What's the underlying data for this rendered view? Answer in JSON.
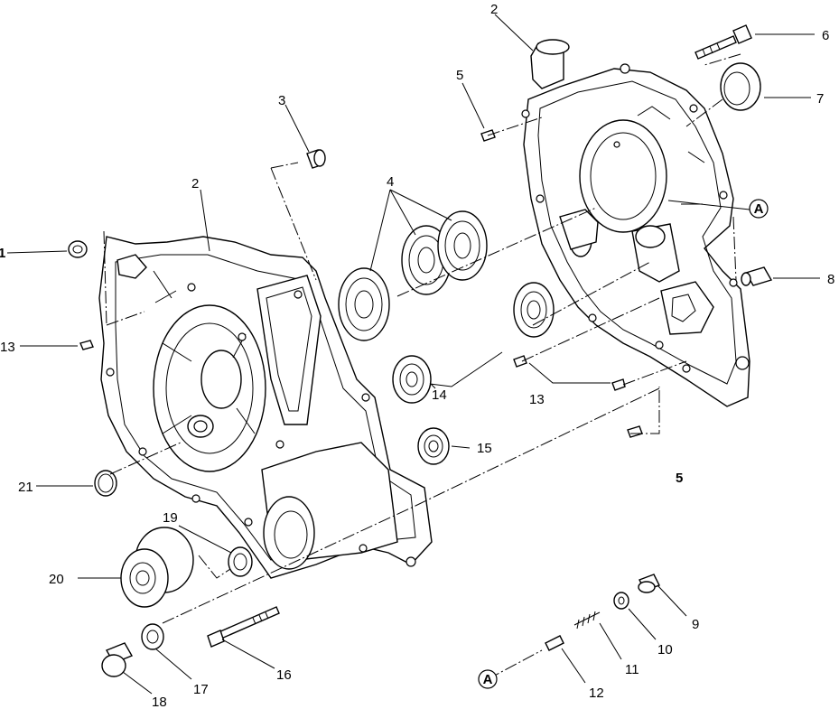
{
  "diagram": {
    "callouts": [
      {
        "id": "1",
        "text": "1"
      },
      {
        "id": "2a",
        "text": "2"
      },
      {
        "id": "2b",
        "text": "2"
      },
      {
        "id": "3",
        "text": "3"
      },
      {
        "id": "4",
        "text": "4"
      },
      {
        "id": "5a",
        "text": "5"
      },
      {
        "id": "5b",
        "text": "5"
      },
      {
        "id": "6",
        "text": "6"
      },
      {
        "id": "7",
        "text": "7"
      },
      {
        "id": "8",
        "text": "8"
      },
      {
        "id": "9",
        "text": "9"
      },
      {
        "id": "10",
        "text": "10"
      },
      {
        "id": "11",
        "text": "11"
      },
      {
        "id": "12",
        "text": "12"
      },
      {
        "id": "13a",
        "text": "13"
      },
      {
        "id": "13b",
        "text": "13"
      },
      {
        "id": "14",
        "text": "14"
      },
      {
        "id": "15",
        "text": "15"
      },
      {
        "id": "16",
        "text": "16"
      },
      {
        "id": "17",
        "text": "17"
      },
      {
        "id": "18",
        "text": "18"
      },
      {
        "id": "19",
        "text": "19"
      },
      {
        "id": "20",
        "text": "20"
      },
      {
        "id": "21",
        "text": "21"
      }
    ],
    "reference_markers": [
      {
        "id": "A-top",
        "text": "A"
      },
      {
        "id": "A-bottom",
        "text": "A"
      }
    ]
  }
}
